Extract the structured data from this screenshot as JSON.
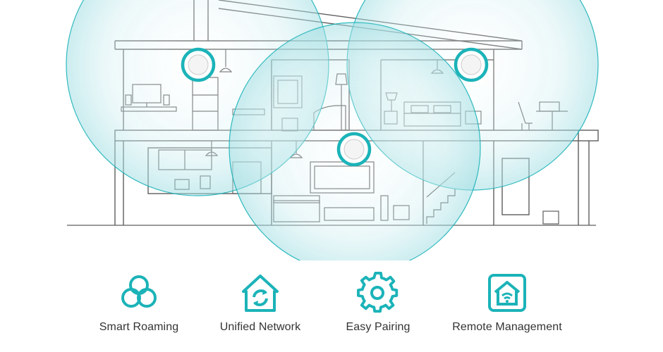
{
  "colors": {
    "accent": "#1bb3b8",
    "line": "#5e5e5e",
    "coverage_fill": "#bfe7ea",
    "text": "#333333"
  },
  "access_points": [
    {
      "name": "ap-left",
      "icon": "ceiling-access-point-icon"
    },
    {
      "name": "ap-right",
      "icon": "ceiling-access-point-icon"
    },
    {
      "name": "ap-center",
      "icon": "ceiling-access-point-icon"
    }
  ],
  "features": [
    {
      "label": "Smart Roaming",
      "icon": "smart-roaming-icon"
    },
    {
      "label": "Unified Network",
      "icon": "unified-network-icon"
    },
    {
      "label": "Easy Pairing",
      "icon": "easy-pairing-icon"
    },
    {
      "label": "Remote Management",
      "icon": "remote-management-icon"
    }
  ]
}
